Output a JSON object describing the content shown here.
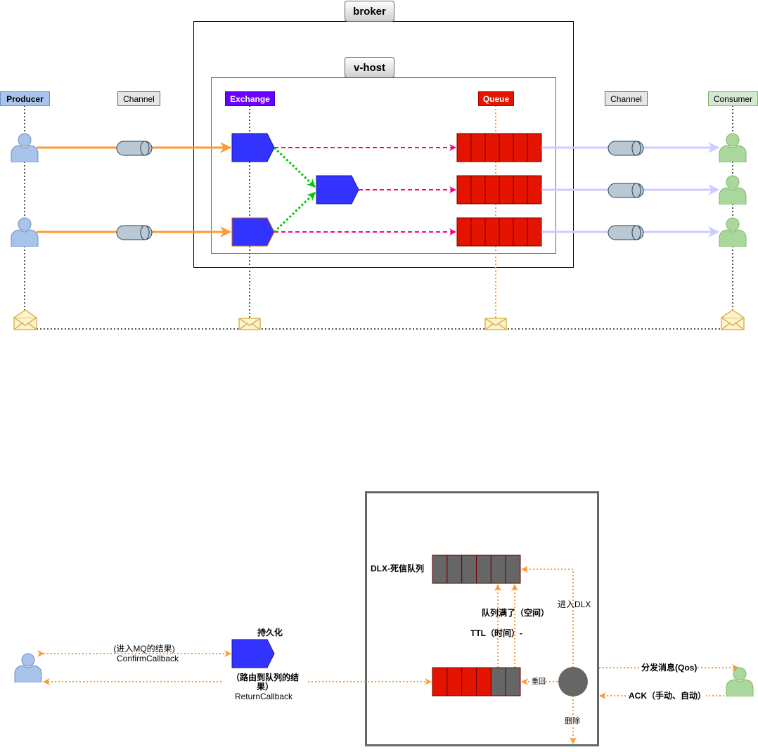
{
  "top": {
    "broker_label": "broker",
    "vhost_label": "v-host",
    "producer_label": "Producer",
    "channel_left_label": "Channel",
    "exchange_label": "Exchange",
    "queue_label": "Queue",
    "channel_right_label": "Channel",
    "consumer_label": "Consumer"
  },
  "bottom": {
    "persist_label": "持久化",
    "confirm_line1": "(进入MQ的结果)",
    "confirm_line2": "ConfirmCallback",
    "return_line1": "（路由到队列的结",
    "return_line2": "果）",
    "return_line3": "ReturnCallback",
    "dlx_label": "DLX-死信队列",
    "queue_full_label": "队列满了（空间）",
    "ttl_label": "TTL（时间）-",
    "enter_dlx_label": "进入DLX",
    "requeue_label": "重回",
    "delete_label": "删除",
    "dispatch_label": "分发消息(Qos)",
    "ack_label": "ACK（手动、自动）"
  },
  "colors": {
    "orange": "#ff9933",
    "pink": "#ff0080",
    "green": "#00cc00",
    "lavender": "#ccccff",
    "exchange_blue": "#3333ff",
    "queue_red": "#e51400",
    "dead_gray": "#666666"
  }
}
